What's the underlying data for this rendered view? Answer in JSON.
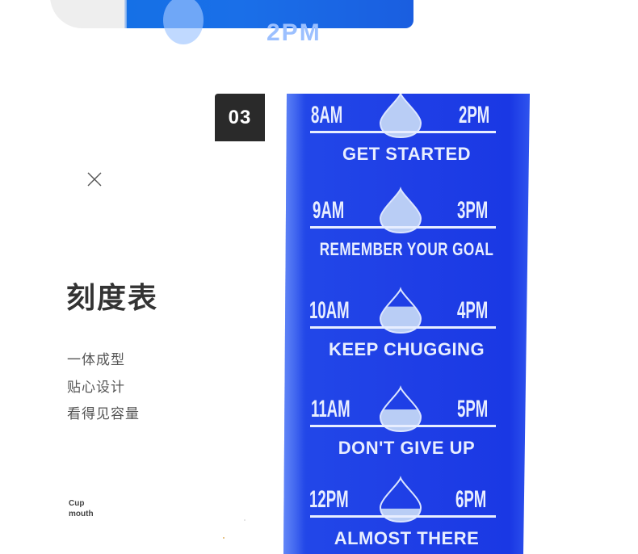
{
  "badge": {
    "number": "03"
  },
  "title": "刻度表",
  "features": [
    "一体成型",
    "贴心设计",
    "看得见容量"
  ],
  "cup_label": {
    "line1": "Cup",
    "line2": "mouth"
  },
  "top_image": {
    "partial_text": "2PM"
  },
  "bottle": {
    "sections": [
      {
        "left_time": "8AM",
        "right_time": "2PM",
        "motto": "GET STARTED",
        "fill": 1.0
      },
      {
        "left_time": "9AM",
        "right_time": "3PM",
        "motto": "REMEMBER YOUR GOAL",
        "fill": 1.0
      },
      {
        "left_time": "10AM",
        "right_time": "4PM",
        "motto": "KEEP CHUGGING",
        "fill": 0.6
      },
      {
        "left_time": "11AM",
        "right_time": "5PM",
        "motto": "DON'T GIVE UP",
        "fill": 0.5
      },
      {
        "left_time": "12PM",
        "right_time": "6PM",
        "motto": "ALMOST THERE",
        "fill": 0.3
      }
    ]
  },
  "colors": {
    "bottle_blue": "#1f3fe6",
    "badge_bg": "#2a2a2a",
    "text_dark": "#333333"
  }
}
